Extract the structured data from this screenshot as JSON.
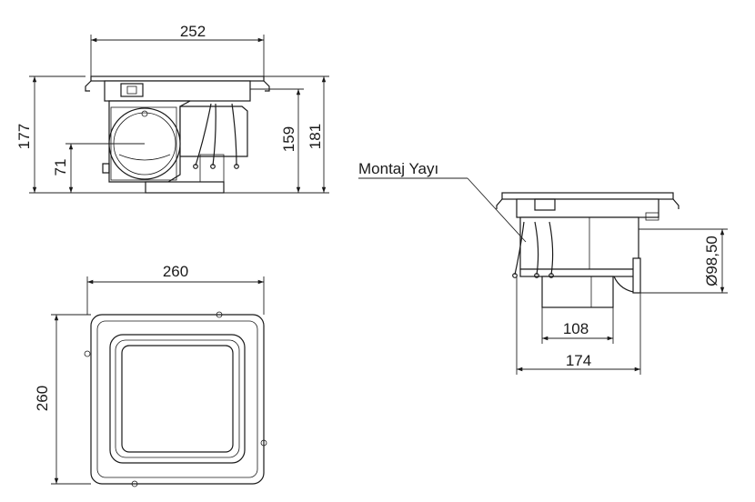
{
  "dimensions": {
    "front_width": "252",
    "front_total_height": "177",
    "front_height_b": "181",
    "front_height_c": "159",
    "front_pipe_height": "71",
    "top_width": "260",
    "top_height": "260",
    "side_pipe_diameter": "Ø98,50",
    "side_pipe_width": "108",
    "side_body_width": "174"
  },
  "labels": {
    "mounting_spring": "Montaj Yayı"
  },
  "colors": {
    "line": "#1a1a1a",
    "background": "#ffffff"
  }
}
